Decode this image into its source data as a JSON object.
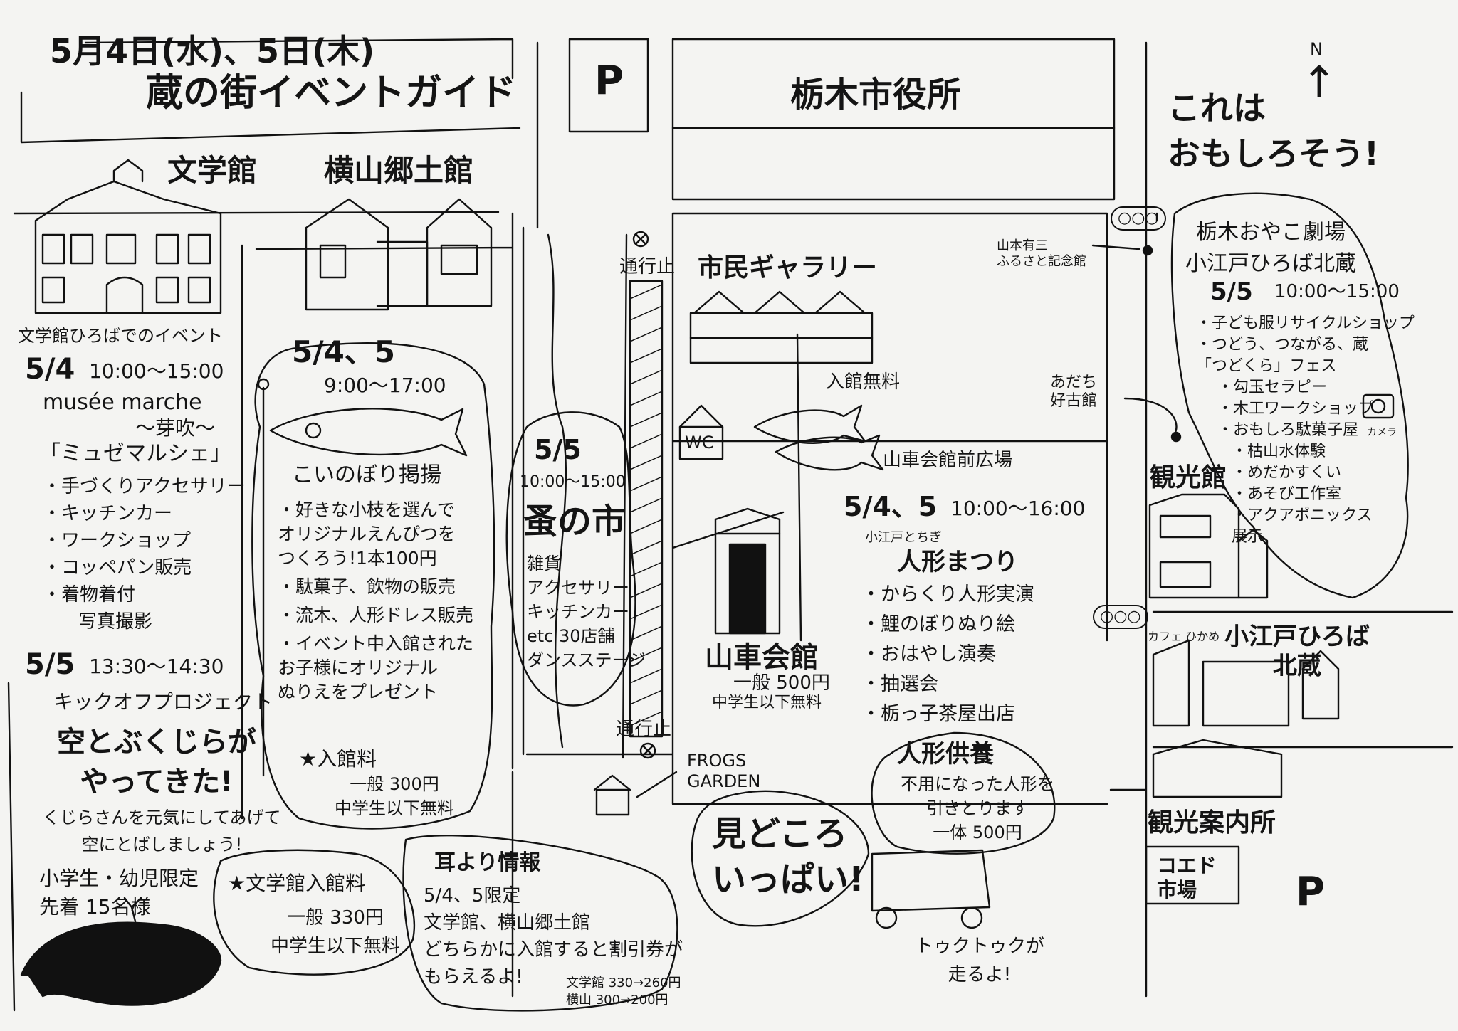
{
  "header": {
    "dates": "5月4日(水)、5日(木)",
    "title": "蔵の街イベントガイド"
  },
  "north": {
    "letter": "N",
    "arrow": "↑"
  },
  "labels": {
    "parking_top": "P",
    "city_hall": "栃木市役所",
    "bungakukan": "文学館",
    "yokoyama": "横山郷土館",
    "shimin_gallery": "市民ギャラリー",
    "admission_free": "入館無料",
    "wc": "WC",
    "dashi_plaza": "山車会館前広場",
    "dashi_kaikan": "山車会館",
    "dashi_fee": "一般 500円",
    "dashi_free": "中学生以下無料",
    "no_entry_1": "通行止",
    "no_entry_2": "通行止",
    "frogs": "FROGS\nGARDEN",
    "yamamoto_museum": "山本有三\nふるさと記念館",
    "adachi_museum": "あだち\n好古館",
    "kankokan": "観光館",
    "koedo_hiroba": "小江戸ひろば\n北蔵",
    "cafe": "カフェ ひかめ",
    "info_center": "観光案内所",
    "koedo_market": "コエド\n市場",
    "parking_bottom": "P",
    "bus_1": "○○○",
    "bus_2": "○○○"
  },
  "bungakukan_event": {
    "heading": "文学館ひろばでのイベント",
    "d1_date": "5/4",
    "d1_time": "10:00〜15:00",
    "d1_name_en": "musée marche",
    "d1_sub": "〜芽吹〜",
    "d1_name_jp": "「ミュゼマルシェ」",
    "d1_items": [
      "・手づくりアクセサリー",
      "・キッチンカー",
      "・ワークショップ",
      "・コッペパン販売",
      "・着物着付",
      "写真撮影"
    ],
    "d2_date": "5/5",
    "d2_time": "13:30〜14:30",
    "d2_name": "キックオフプロジェクト",
    "d2_title": "空とぶくじらが\nやってきた!",
    "d2_desc": "くじらさんを元気にしてあげて\n空にとばしましょう!",
    "d2_limit": "小学生・幼児限定\n先着 15名様"
  },
  "yokoyama_event": {
    "date": "5/4、5",
    "time": "9:00〜17:00",
    "name": "こいのぼり掲揚",
    "items": [
      "・好きな小枝を選んで\nオリジナルえんぴつを\nつくろう!1本100円",
      "・駄菓子、飲物の販売",
      "・流木、人形ドレス販売",
      "・イベント中入館された\nお子様にオリジナル\nぬりえをプレゼント"
    ],
    "fee_title": "★入館料",
    "fee": "一般 300円\n中学生以下無料"
  },
  "nomi_no_ichi": {
    "date": "5/5",
    "time": "10:00〜15:00",
    "name": "蚤の市",
    "items": "雑貨\nアクセサリー\nキッチンカー\netc 30店舗\nダンスステージ"
  },
  "doll_festival": {
    "date": "5/4、5",
    "time": "10:00〜16:00",
    "sub": "小江戸とちぎ",
    "name": "人形まつり",
    "items": [
      "・からくり人形実演",
      "・鯉のぼりぬり絵",
      "・おはやし演奏",
      "・抽選会",
      "・栃っ子茶屋出店"
    ]
  },
  "doll_memorial": {
    "title": "人形供養",
    "desc": "不用になった人形を\n引きとります\n一体 500円"
  },
  "tuktuk": "トゥクトゥクが\n走るよ!",
  "highlights": "見どころ\nいっぱい!",
  "bungakukan_fee": {
    "title": "★文学館入館料",
    "fee": "一般 330円\n中学生以下無料"
  },
  "info_box": {
    "title": "耳より情報",
    "body": "5/4、5限定\n文学館、横山郷土館\nどちらかに入館すると割引券が\nもらえるよ!",
    "prices": "文学館 330→260円\n横山 300→200円"
  },
  "kitagura_event": {
    "intro": "これは\nおもしろそう!",
    "title": "栃木おやこ劇場\n小江戸ひろば北蔵",
    "date": "5/5",
    "time": "10:00〜15:00",
    "items": [
      "・子ども服リサイクルショップ",
      "・つどう、つながる、蔵\n「つどくら」フェス",
      "・勾玉セラピー",
      "・木工ワークショップ",
      "・おもしろ駄菓子屋",
      "・枯山水体験",
      "・めだかすくい",
      "・あそび工作室",
      "・アクアポニックス\n展示"
    ],
    "camera_label": "カメラ"
  }
}
